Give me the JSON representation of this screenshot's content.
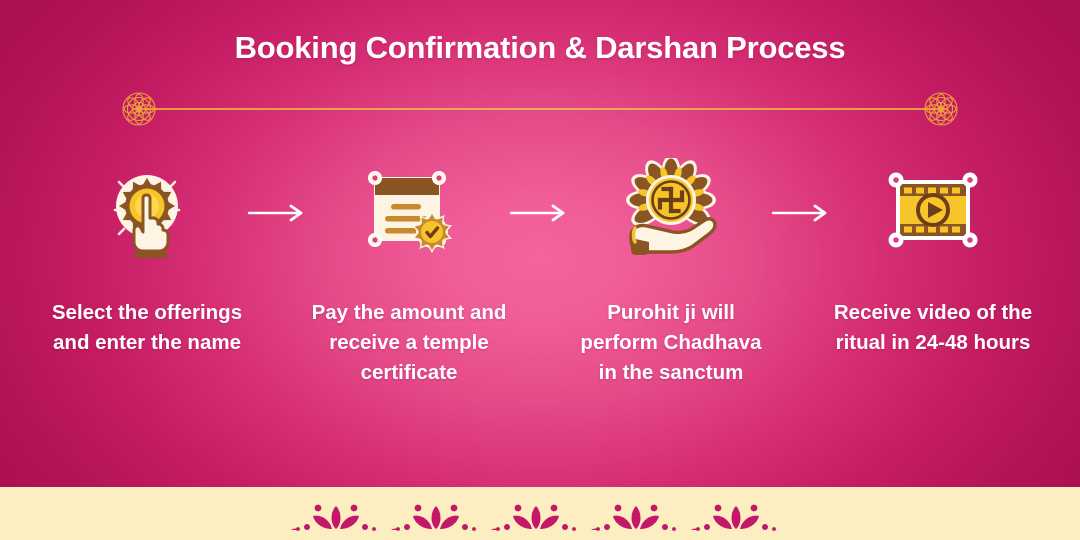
{
  "header": {
    "title": "Booking Confirmation & Darshan Process"
  },
  "divider": {
    "left_ornament": "mandala-ornament",
    "right_ornament": "mandala-ornament",
    "line_color": "#e9a23c"
  },
  "steps": [
    {
      "index": "1",
      "icon": "hand-click-sunburst-icon",
      "caption": "Select the offerings and enter the name"
    },
    {
      "index": "2",
      "icon": "certificate-seal-icon",
      "caption": "Pay the amount and receive a temple certificate"
    },
    {
      "index": "3",
      "icon": "hand-holding-swastika-flower-icon",
      "caption": "Purohit ji will perform Chadhava in the sanctum"
    },
    {
      "index": "4",
      "icon": "video-film-play-icon",
      "caption": "Receive video of the ritual in 24-48 hours"
    }
  ],
  "connectors": [
    {
      "icon": "arrow-right-icon"
    },
    {
      "icon": "arrow-right-icon"
    },
    {
      "icon": "arrow-right-icon"
    }
  ],
  "footer": {
    "motif": "lotus-border-motif",
    "band_color": "#fdeec2",
    "motif_color": "#c4176a"
  },
  "theme": {
    "background_edge": "#b01254",
    "background_center": "#f4649f",
    "gold": "#f5c518",
    "brown": "#8a5523",
    "cream": "#fdf4e3",
    "white": "#ffffff"
  }
}
